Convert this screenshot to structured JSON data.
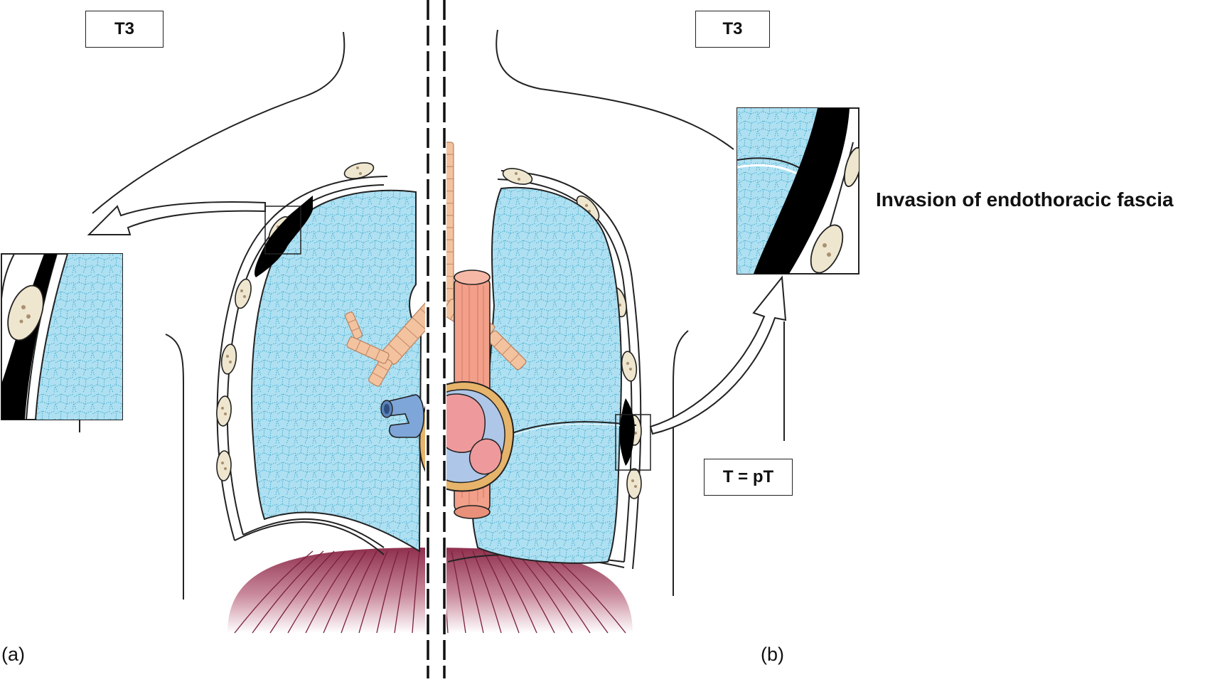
{
  "labels": {
    "left_stage": "T3",
    "right_stage": "T3",
    "annotation": "Invasion of endothoracic fascia",
    "pathology": "T = pT",
    "panel_a": "(a)",
    "panel_b": "(b)"
  },
  "colors": {
    "lung": "#aee0f2",
    "alveoli": "#3aa7c8",
    "tumor": "#000000",
    "rib": "#efe6cf",
    "trachea": "#f3c3a0",
    "aorta": "#f2a08a",
    "heart": "#ee9a9d",
    "vena_cava": "#7ea6d8",
    "diaphragm": "#9a3b55",
    "outline": "#222222"
  },
  "icons": [
    "lung-icon",
    "rib-icon",
    "trachea-icon",
    "aorta-icon",
    "heart-icon",
    "diaphragm-icon",
    "tumor-icon",
    "arrow-icon"
  ]
}
